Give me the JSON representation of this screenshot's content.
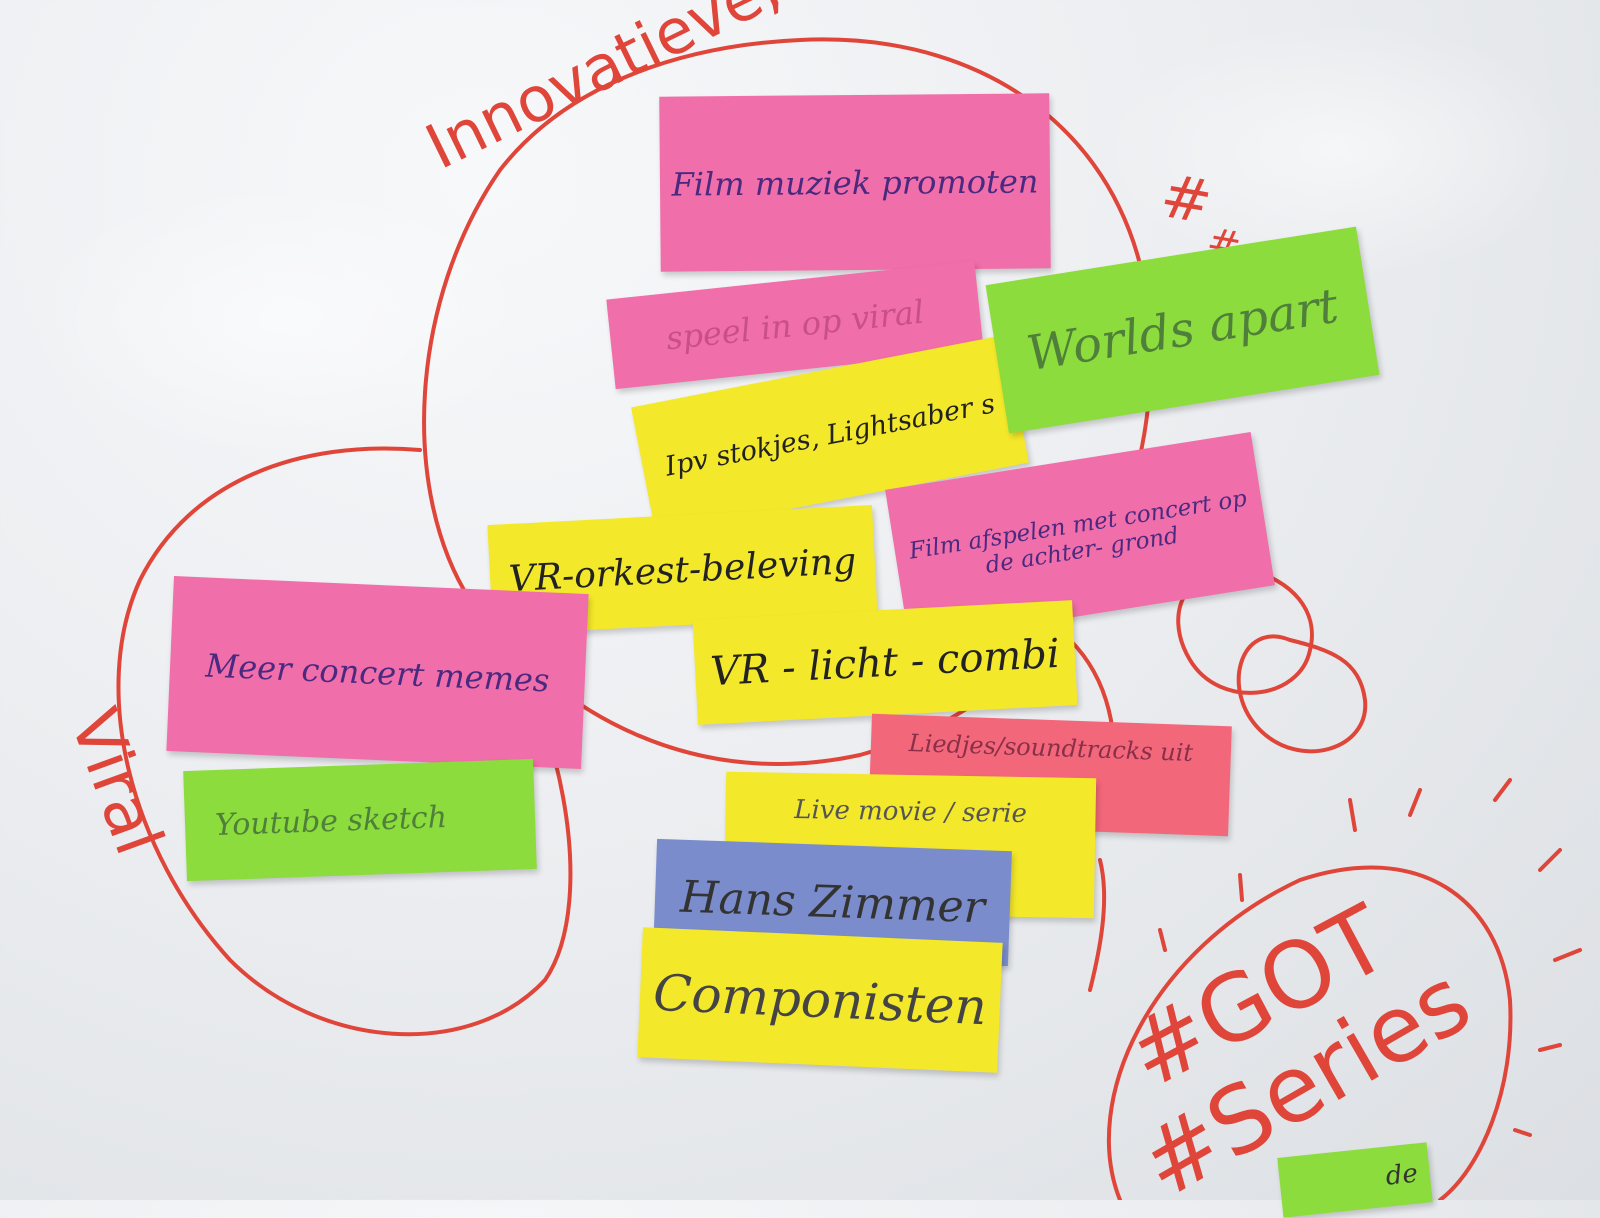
{
  "colors": {
    "marker": "#e0453a",
    "pink": "#f06ea9",
    "yellow": "#f4e82a",
    "green": "#8bdc3c",
    "blue": "#7a8ccc",
    "red": "#f2677a"
  },
  "marker_text": {
    "top_heading": "Innovatieve, Media, Viral",
    "hash_top": "#",
    "hash_top_2": "#",
    "left_label": "Viral",
    "got": "#GOT",
    "series": "#Series"
  },
  "notes": {
    "film_muziek": "Film muziek promoten",
    "speel_in": "speel in op viral",
    "ipv_stokjes": "Ipv stokjes, Lightsaber s",
    "worlds_apart": "Worlds apart",
    "film_afspelen": "Film afspelen met concert op de achter- grond",
    "vr_orkest": "VR-orkest-beleving",
    "vr_licht": "VR - licht - combi",
    "meer_concert": "Meer concert memes",
    "youtube": "Youtube sketch",
    "liedjes": "Liedjes/soundtracks uit",
    "live_movie": "Live movie / serie",
    "hans_zimmer": "Hans Zimmer",
    "componisten": "Componisten",
    "bottom_green": "de"
  }
}
